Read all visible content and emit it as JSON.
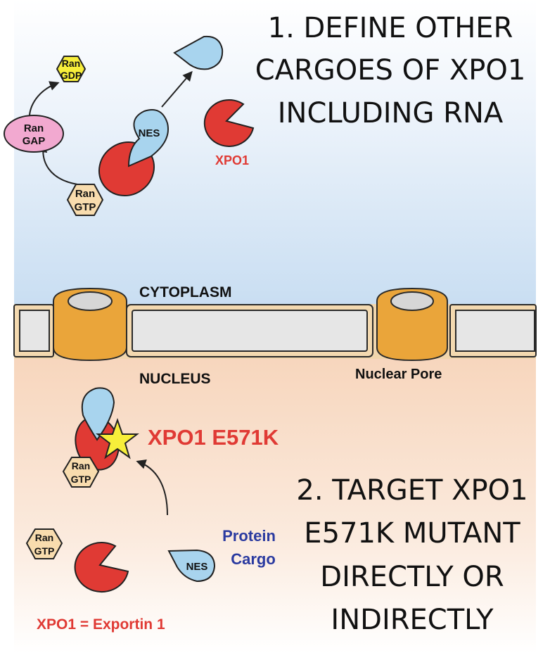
{
  "goal1": {
    "lines": [
      "1. DEFINE OTHER",
      "CARGOES OF XPO1",
      "INCLUDING RNA"
    ]
  },
  "goal2": {
    "lines": [
      "2. TARGET XPO1",
      "E571K MUTANT",
      "DIRECTLY OR",
      "INDIRECTLY"
    ]
  },
  "labels": {
    "ran_gdp": [
      "Ran",
      "GDP"
    ],
    "ran_gap": [
      "Ran",
      "GAP"
    ],
    "ran_gtp": [
      "Ran",
      "GTP"
    ],
    "nes": "NES",
    "xpo1": "XPO1",
    "cytoplasm": "CYTOPLASM",
    "nucleus": "NUCLEUS",
    "nuclear_pore": "Nuclear Pore",
    "mutant": "XPO1 E571K",
    "protein_cargo": [
      "Protein",
      "Cargo"
    ],
    "legend": "XPO1 = Exportin 1"
  },
  "colors": {
    "xpo1_red": "#e03a34",
    "cargo_blue": "#a8d4ee",
    "ran_gtp_fill": "#f8dcae",
    "ran_gdp_fill": "#f7ee3a",
    "ran_gap_fill": "#f2a9d0",
    "pore_orange": "#eaa53a",
    "cytoplasm_bg": "#cfe2f4",
    "nucleus_bg": "#f8dcc6",
    "cargo_text": "#2a3aa0"
  }
}
